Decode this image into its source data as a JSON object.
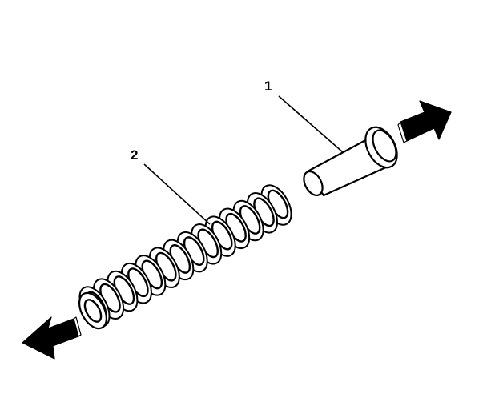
{
  "callouts": [
    {
      "id": "pin",
      "label": "1"
    },
    {
      "id": "spring",
      "label": "2"
    }
  ],
  "colors": {
    "ink": "#000000",
    "background": "#ffffff"
  },
  "icons": {
    "removal_arrow_right": "arrow-right-icon",
    "removal_arrow_left": "arrow-left-icon"
  }
}
